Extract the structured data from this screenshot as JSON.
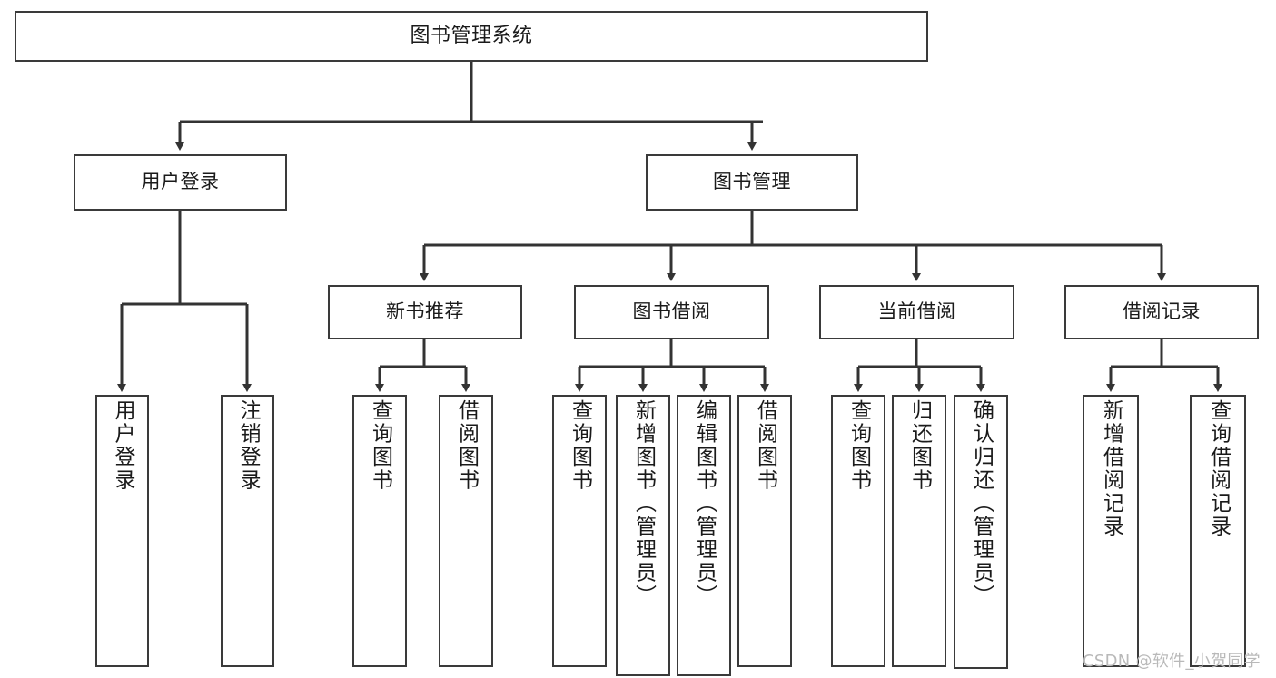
{
  "diagram": {
    "type": "tree-hierarchy-chart",
    "title": "图书管理系统",
    "watermark": "CSDN @软件_小贺同学",
    "colors": {
      "box_border": "#3a3a3a",
      "connector": "#333333",
      "background": "#ffffff",
      "text": "#1a1a1a",
      "watermark": "#b9b9b9"
    },
    "root": {
      "id": "root",
      "label": "图书管理系统"
    },
    "level2": [
      {
        "id": "user-login",
        "label": "用户登录"
      },
      {
        "id": "book-management",
        "label": "图书管理"
      }
    ],
    "level3": [
      {
        "id": "new-book-recommend",
        "label": "新书推荐",
        "parent": "book-management"
      },
      {
        "id": "book-borrow",
        "label": "图书借阅",
        "parent": "book-management"
      },
      {
        "id": "current-borrow",
        "label": "当前借阅",
        "parent": "book-management"
      },
      {
        "id": "borrow-record",
        "label": "借阅记录",
        "parent": "book-management"
      }
    ],
    "leaves": [
      {
        "id": "leaf-user-login",
        "label": "用户登录",
        "parent": "user-login"
      },
      {
        "id": "leaf-user-logout",
        "label": "注销登录",
        "parent": "user-login"
      },
      {
        "id": "leaf-query-book-1",
        "label": "查询图书",
        "parent": "new-book-recommend"
      },
      {
        "id": "leaf-borrow-book-1",
        "label": "借阅图书",
        "parent": "new-book-recommend"
      },
      {
        "id": "leaf-query-book-2",
        "label": "查询图书",
        "parent": "book-borrow"
      },
      {
        "id": "leaf-add-book",
        "label": "新增图书（管理员）",
        "parent": "book-borrow"
      },
      {
        "id": "leaf-edit-book",
        "label": "编辑图书（管理员）",
        "parent": "book-borrow"
      },
      {
        "id": "leaf-borrow-book-2",
        "label": "借阅图书",
        "parent": "book-borrow"
      },
      {
        "id": "leaf-query-book-3",
        "label": "查询图书",
        "parent": "current-borrow"
      },
      {
        "id": "leaf-return-book",
        "label": "归还图书",
        "parent": "current-borrow"
      },
      {
        "id": "leaf-confirm-return",
        "label": "确认归还（管理员）",
        "parent": "current-borrow"
      },
      {
        "id": "leaf-add-record",
        "label": "新增借阅记录",
        "parent": "borrow-record"
      },
      {
        "id": "leaf-query-record",
        "label": "查询借阅记录",
        "parent": "borrow-record"
      }
    ]
  }
}
